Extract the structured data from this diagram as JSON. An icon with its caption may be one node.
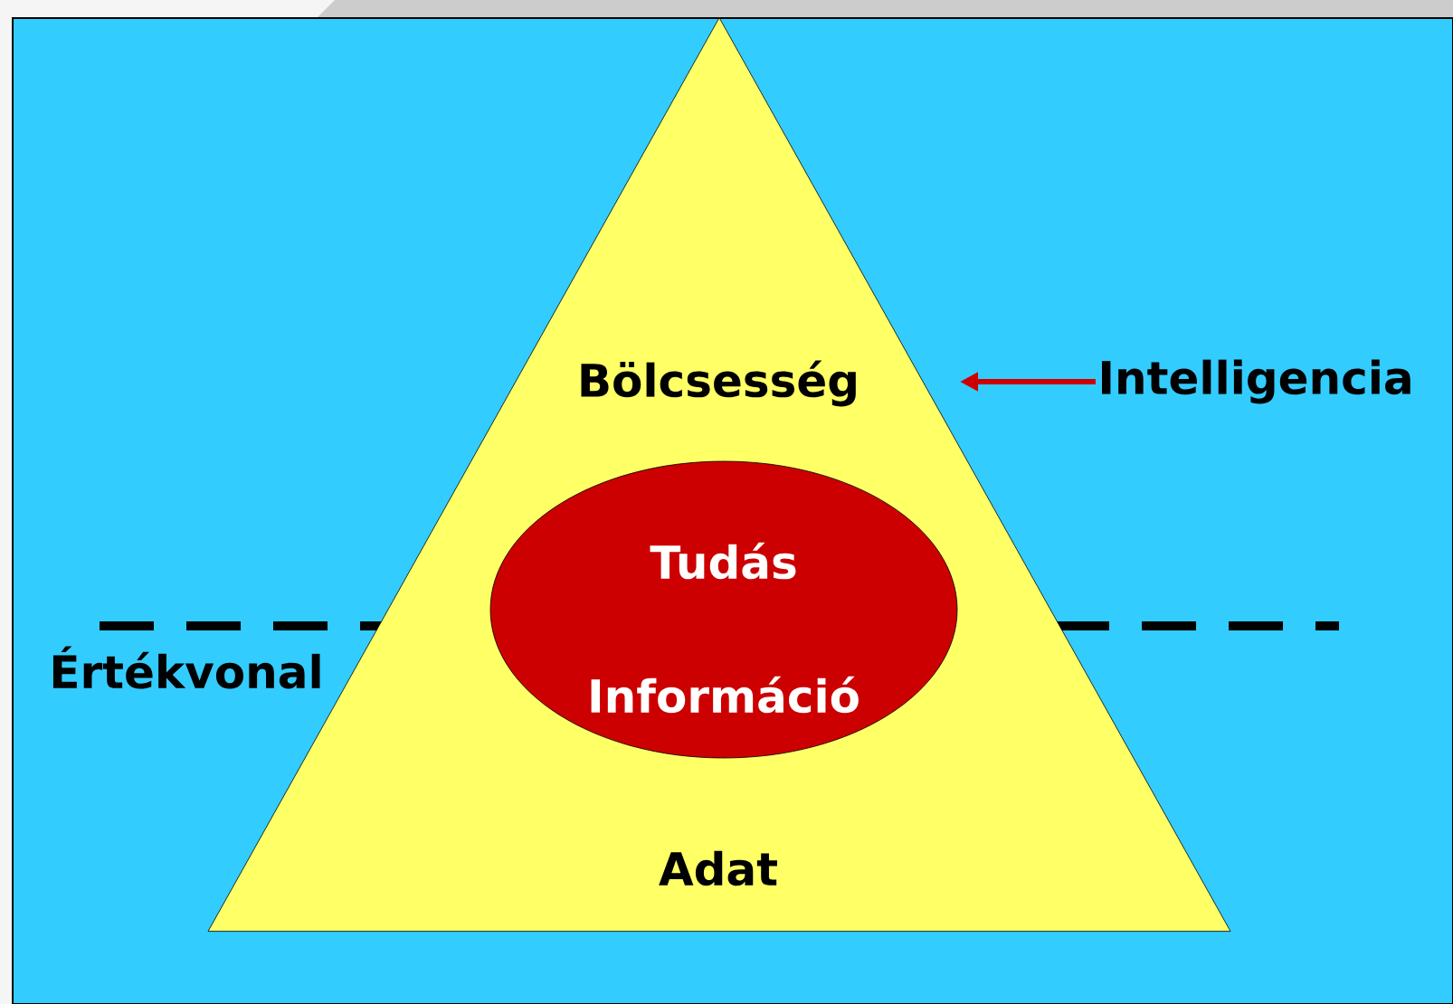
{
  "diagram": {
    "nodes": [
      {
        "text": [
          "Bölcsesség",
          "Adat"
        ]
      },
      {
        "text": [
          "Tudás",
          "Információ"
        ],
        "in": 0
      },
      {
        "text": [
          "Intelligencia"
        ]
      }
    ],
    "edges": [
      {
        "from": 2,
        "to": 0,
        "arrow": "to",
        "color": "#cc0000"
      }
    ],
    "labels": [
      "Értékvonal"
    ]
  }
}
